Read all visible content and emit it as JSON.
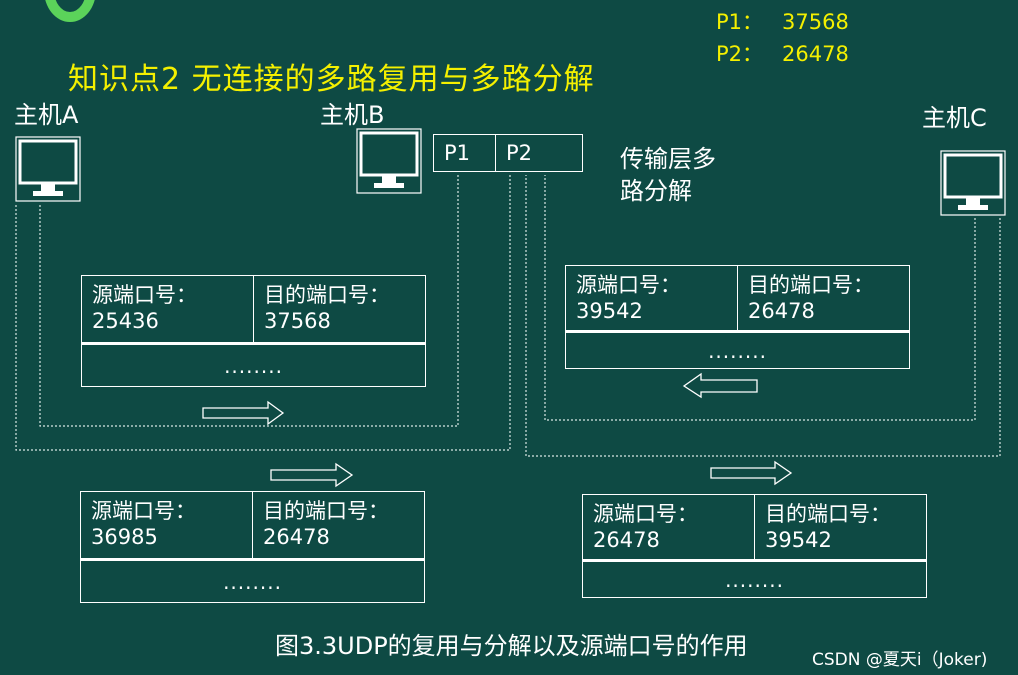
{
  "title": "知识点2  无连接的多路复用与多路分解",
  "legend": [
    {
      "key": "P1：",
      "value": "37568"
    },
    {
      "key": "P2：",
      "value": "26478"
    }
  ],
  "hosts": {
    "a": "主机A",
    "b": "主机B",
    "c": "主机C"
  },
  "ports": {
    "p1": "P1",
    "p2": "P2"
  },
  "note": {
    "line1": "传输层多",
    "line2": "路分解"
  },
  "segments": [
    {
      "src_label": "源端口号：",
      "src": "25436",
      "dst_label": "目的端口号：",
      "dst": "37568",
      "data": "........"
    },
    {
      "src_label": "源端口号：",
      "src": "36985",
      "dst_label": "目的端口号：",
      "dst": "26478",
      "data": "........"
    },
    {
      "src_label": "源端口号：",
      "src": "39542",
      "dst_label": "目的端口号：",
      "dst": "26478",
      "data": "........"
    },
    {
      "src_label": "源端口号：",
      "src": "26478",
      "dst_label": "目的端口号：",
      "dst": "39542",
      "data": "........"
    }
  ],
  "caption": "图3.3UDP的复用与分解以及源端口号的作用",
  "watermark": "CSDN @夏天i（Joker)"
}
